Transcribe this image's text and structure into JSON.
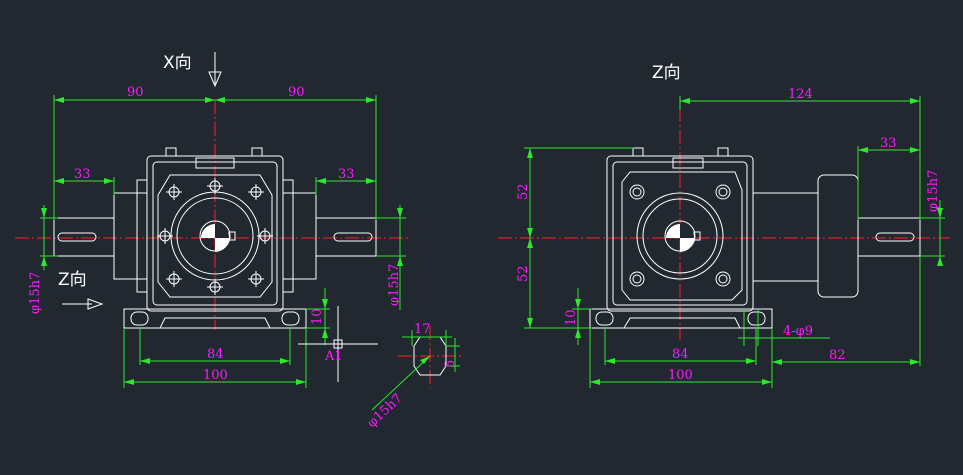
{
  "left_view": {
    "view_arrow_label": "X向",
    "side_arrow_label": "Z向",
    "dims": {
      "half_left": "90",
      "half_right": "90",
      "shaft_left": "33",
      "shaft_right": "33",
      "shaft_dia_left": "φ15h7",
      "shaft_dia_right": "φ15h7",
      "base_height": "10",
      "hole_spacing": "84",
      "base_width": "100",
      "datum": "A1"
    }
  },
  "section_detail": {
    "width": "17",
    "key": "5",
    "dia": "φ15h7"
  },
  "right_view": {
    "title": "Z向",
    "dims": {
      "overall": "124",
      "shaft": "33",
      "shaft_dia": "φ15h7",
      "upper_height": "52",
      "lower_height": "52",
      "base_height": "10",
      "holes": "4-φ9",
      "hole_spacing": "84",
      "base_width": "100",
      "shaft_offset": "82"
    }
  },
  "colors": {
    "background": "#212830",
    "geometry": "#ffffff",
    "dimension_lines": "#2ee82e",
    "center_lines": "#ff2020",
    "dimension_text": "#ff19ff"
  }
}
